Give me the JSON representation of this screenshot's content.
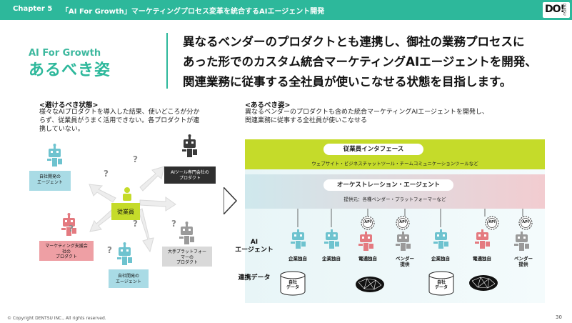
{
  "header": {
    "chapter": "Chapter 5",
    "title": "「AI For Growth」マーケティングプロセス変革を統合するAIエージェント開発"
  },
  "logo": {
    "main": "DO!",
    "vertical": "DENTSU"
  },
  "section": {
    "en": "AI For Growth",
    "jp": "あるべき姿"
  },
  "lead": [
    "異なるベンダーのプロダクトとも連携し、御社の業務プロセスに",
    "あった形でのカスタム統合マーケティングAIエージェントを開発、",
    "関連業務に従事する全社員が使いこなせる状態を目指します。"
  ],
  "avoid": {
    "heading": "<避けるべき状態>",
    "text": [
      "様々なAIプロダクトを導入した結果、使いどころが分か",
      "らず、従業員がうまく活用できない。各プロダクトが連",
      "携していない。"
    ],
    "employee": "従業員",
    "boxes": {
      "in_house": [
        "自社開発の",
        "エージェント"
      ],
      "ai_tool": [
        "AIツール専門会社の",
        "プロダクト"
      ],
      "marketing": [
        "マーケティング支援会",
        "社の",
        "プロダクト"
      ],
      "platform": [
        "大手プラットフォー",
        "マーの",
        "プロダクト"
      ],
      "in_house2": [
        "自社開発の",
        "エージェント"
      ]
    },
    "question": "?"
  },
  "ideal": {
    "heading": "<あるべき姿>",
    "text": [
      "異なるベンダーのプロダクトも含めた統合マーケティングAIエージェントを開発し、",
      "関連業務に従事する全社員が使いこなせる"
    ],
    "interface": {
      "label": "従業員インタフェース",
      "sub": "ウェブサイト・ビジネスチャットツール・チームコミュニケーションツールなど"
    },
    "orchestration": {
      "label": "オーケストレーション・エージェント",
      "sub": "提供元：各種ベンダー・プラットフォーマーなど"
    },
    "row_ai": [
      "AI",
      "エージェント"
    ],
    "row_data": "連携データ",
    "api": "API",
    "agents": [
      {
        "label": [
          "企業独自"
        ],
        "color": "#6ec3cf"
      },
      {
        "label": [
          "企業独自"
        ],
        "color": "#6ec3cf"
      },
      {
        "label": [
          "電通独自"
        ],
        "color": "#e47a80"
      },
      {
        "label": [
          "ベンダー",
          "提供"
        ],
        "color": "#9a9a9a"
      },
      {
        "label": [
          "企業独自"
        ],
        "color": "#6ec3cf"
      },
      {
        "label": [
          "電通独自"
        ],
        "color": "#e47a80"
      },
      {
        "label": [
          "ベンダー",
          "提供"
        ],
        "color": "#9a9a9a"
      }
    ],
    "db_label": [
      "自社",
      "データ"
    ]
  },
  "colors": {
    "brand": "#2db89b",
    "lime": "#c5db2a",
    "teal_robot": "#6ec3cf",
    "pink_robot": "#e47a80",
    "gray_robot": "#9a9a9a",
    "dark_robot": "#3a3a3a"
  },
  "footer": {
    "copyright": "© Copyright DENTSU INC., All rights reserved.",
    "page": "30"
  }
}
